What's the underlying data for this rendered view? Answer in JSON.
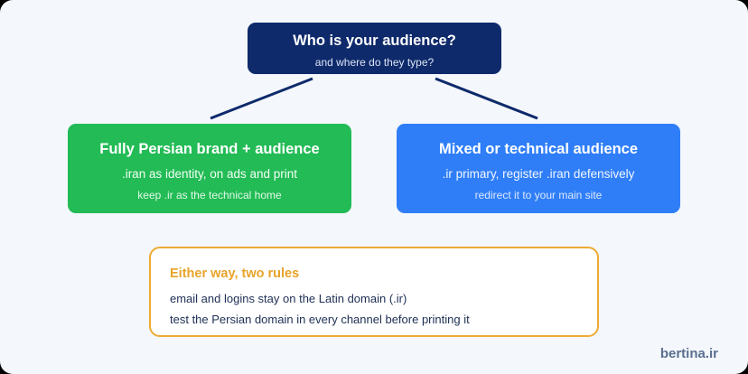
{
  "root": {
    "title": "Who is your audience?",
    "subtitle": "and where do they type?"
  },
  "branches": [
    {
      "title": "Fully Persian brand + audience",
      "line1": ".iran as identity, on ads and print",
      "line2": "keep .ir as the technical home",
      "color": "#22bb55"
    },
    {
      "title": "Mixed or technical audience",
      "line1": ".ir primary, register .iran defensively",
      "line2": "redirect it to your main site",
      "color": "#2f7ef8"
    }
  ],
  "rules": {
    "heading": "Either way, two rules",
    "items": [
      "email and logins stay on the Latin domain (.ir)",
      "test the Persian domain in every channel before printing it"
    ],
    "accent": "#eeaa33"
  },
  "brand": "bertina.ir",
  "colors": {
    "background": "#f4f7fc",
    "root": "#0e2a6b",
    "connector": "#0e2a6b"
  }
}
